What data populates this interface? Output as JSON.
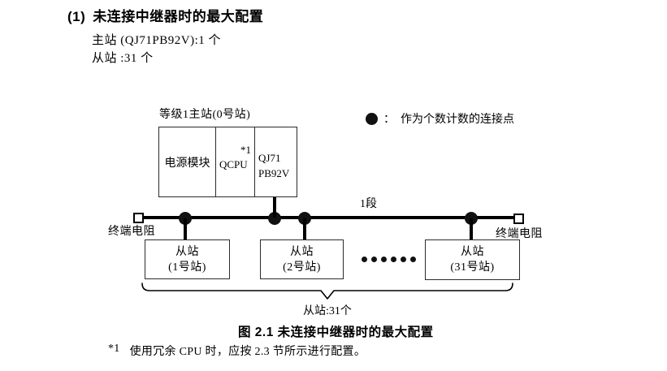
{
  "heading": {
    "index": "(1)",
    "title": "未连接中继器时的最大配置"
  },
  "specs": {
    "master": "主站 (QJ71PB92V):1 个",
    "slave": "从站 :31 个"
  },
  "diagram": {
    "master": {
      "label": "等级1主站(0号站)",
      "power_module": "电源模块",
      "cpu": "QCPU",
      "cpu_note": "*1",
      "pb_line1": "QJ71",
      "pb_line2": "PB92V"
    },
    "legend": {
      "symbol": "connection-point-dot",
      "separator": "：",
      "text": "作为个数计数的连接点"
    },
    "bus": {
      "segment_label": "1段",
      "terminator_left_label": "终端电阻",
      "terminator_right_label": "终端电阻"
    },
    "slaves": [
      {
        "line1": "从站",
        "line2": "(1号站)"
      },
      {
        "line1": "从站",
        "line2": "(2号站)"
      },
      {
        "line1": "从站",
        "line2": "(31号站)"
      }
    ],
    "ellipsis_dot_count": 6,
    "brace_label": "从站:31个"
  },
  "caption": "图 2.1 未连接中继器时的最大配置",
  "footnote": {
    "marker": "*1",
    "text": "使用冗余 CPU 时，应按 2.3 节所示进行配置。"
  },
  "colors": {
    "ink": "#000000",
    "border": "#2b2b2b",
    "background": "#ffffff"
  }
}
